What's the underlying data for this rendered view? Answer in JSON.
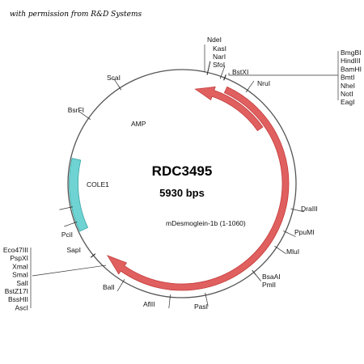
{
  "credit": "with permission from R&D Systems",
  "plasmid": {
    "name": "RDC3495",
    "size_label": "5930 bps",
    "colors": {
      "backbone": "#555555",
      "insert": "#e06060",
      "insert_edge": "#c43a3a",
      "ori": "#6fd3d3",
      "ori_edge": "#3aa5a5"
    }
  },
  "features": [
    {
      "id": "amp",
      "label": "AMP",
      "type": "arrow",
      "direction": "ccw",
      "start_deg": 55,
      "end_deg": 8
    },
    {
      "id": "cole1",
      "label": "COLE1",
      "type": "block",
      "start_deg": 245,
      "end_deg": 283
    },
    {
      "id": "insert",
      "label": "mDesmoglein-1b (1-1060)",
      "type": "arrow",
      "direction": "cw",
      "start_deg": 25,
      "end_deg": 226
    }
  ],
  "sites": [
    {
      "label": "NdeI",
      "deg": 13
    },
    {
      "label": "KasI",
      "deg": 13
    },
    {
      "label": "NarI",
      "deg": 13
    },
    {
      "label": "SfoI",
      "deg": 13
    },
    {
      "label": "BstXI",
      "deg": 20
    },
    {
      "label": "BmgBI",
      "deg": 22
    },
    {
      "label": "HindIII",
      "deg": 22
    },
    {
      "label": "BamHI",
      "deg": 22
    },
    {
      "label": "BmtI",
      "deg": 22
    },
    {
      "label": "NheI",
      "deg": 22
    },
    {
      "label": "NotI",
      "deg": 22
    },
    {
      "label": "EagI",
      "deg": 22
    },
    {
      "label": "NruI",
      "deg": 35
    },
    {
      "label": "DraIII",
      "deg": 103
    },
    {
      "label": "PpuMI",
      "deg": 115
    },
    {
      "label": "MluI",
      "deg": 124
    },
    {
      "label": "BsaAI",
      "deg": 141
    },
    {
      "label": "PmlI",
      "deg": 141
    },
    {
      "label": "PasI",
      "deg": 168
    },
    {
      "label": "AflII",
      "deg": 186
    },
    {
      "label": "BalI",
      "deg": 211
    },
    {
      "label": "Eco47III",
      "deg": 231
    },
    {
      "label": "PspXI",
      "deg": 231
    },
    {
      "label": "XmaI",
      "deg": 231
    },
    {
      "label": "SmaI",
      "deg": 231
    },
    {
      "label": "SalI",
      "deg": 231
    },
    {
      "label": "BstZ17I",
      "deg": 231
    },
    {
      "label": "BssHII",
      "deg": 231
    },
    {
      "label": "AscI",
      "deg": 231
    },
    {
      "label": "SapI",
      "deg": 250
    },
    {
      "label": "PciI",
      "deg": 258
    },
    {
      "label": "BsrFI",
      "deg": 305
    },
    {
      "label": "ScaI",
      "deg": 327
    }
  ]
}
